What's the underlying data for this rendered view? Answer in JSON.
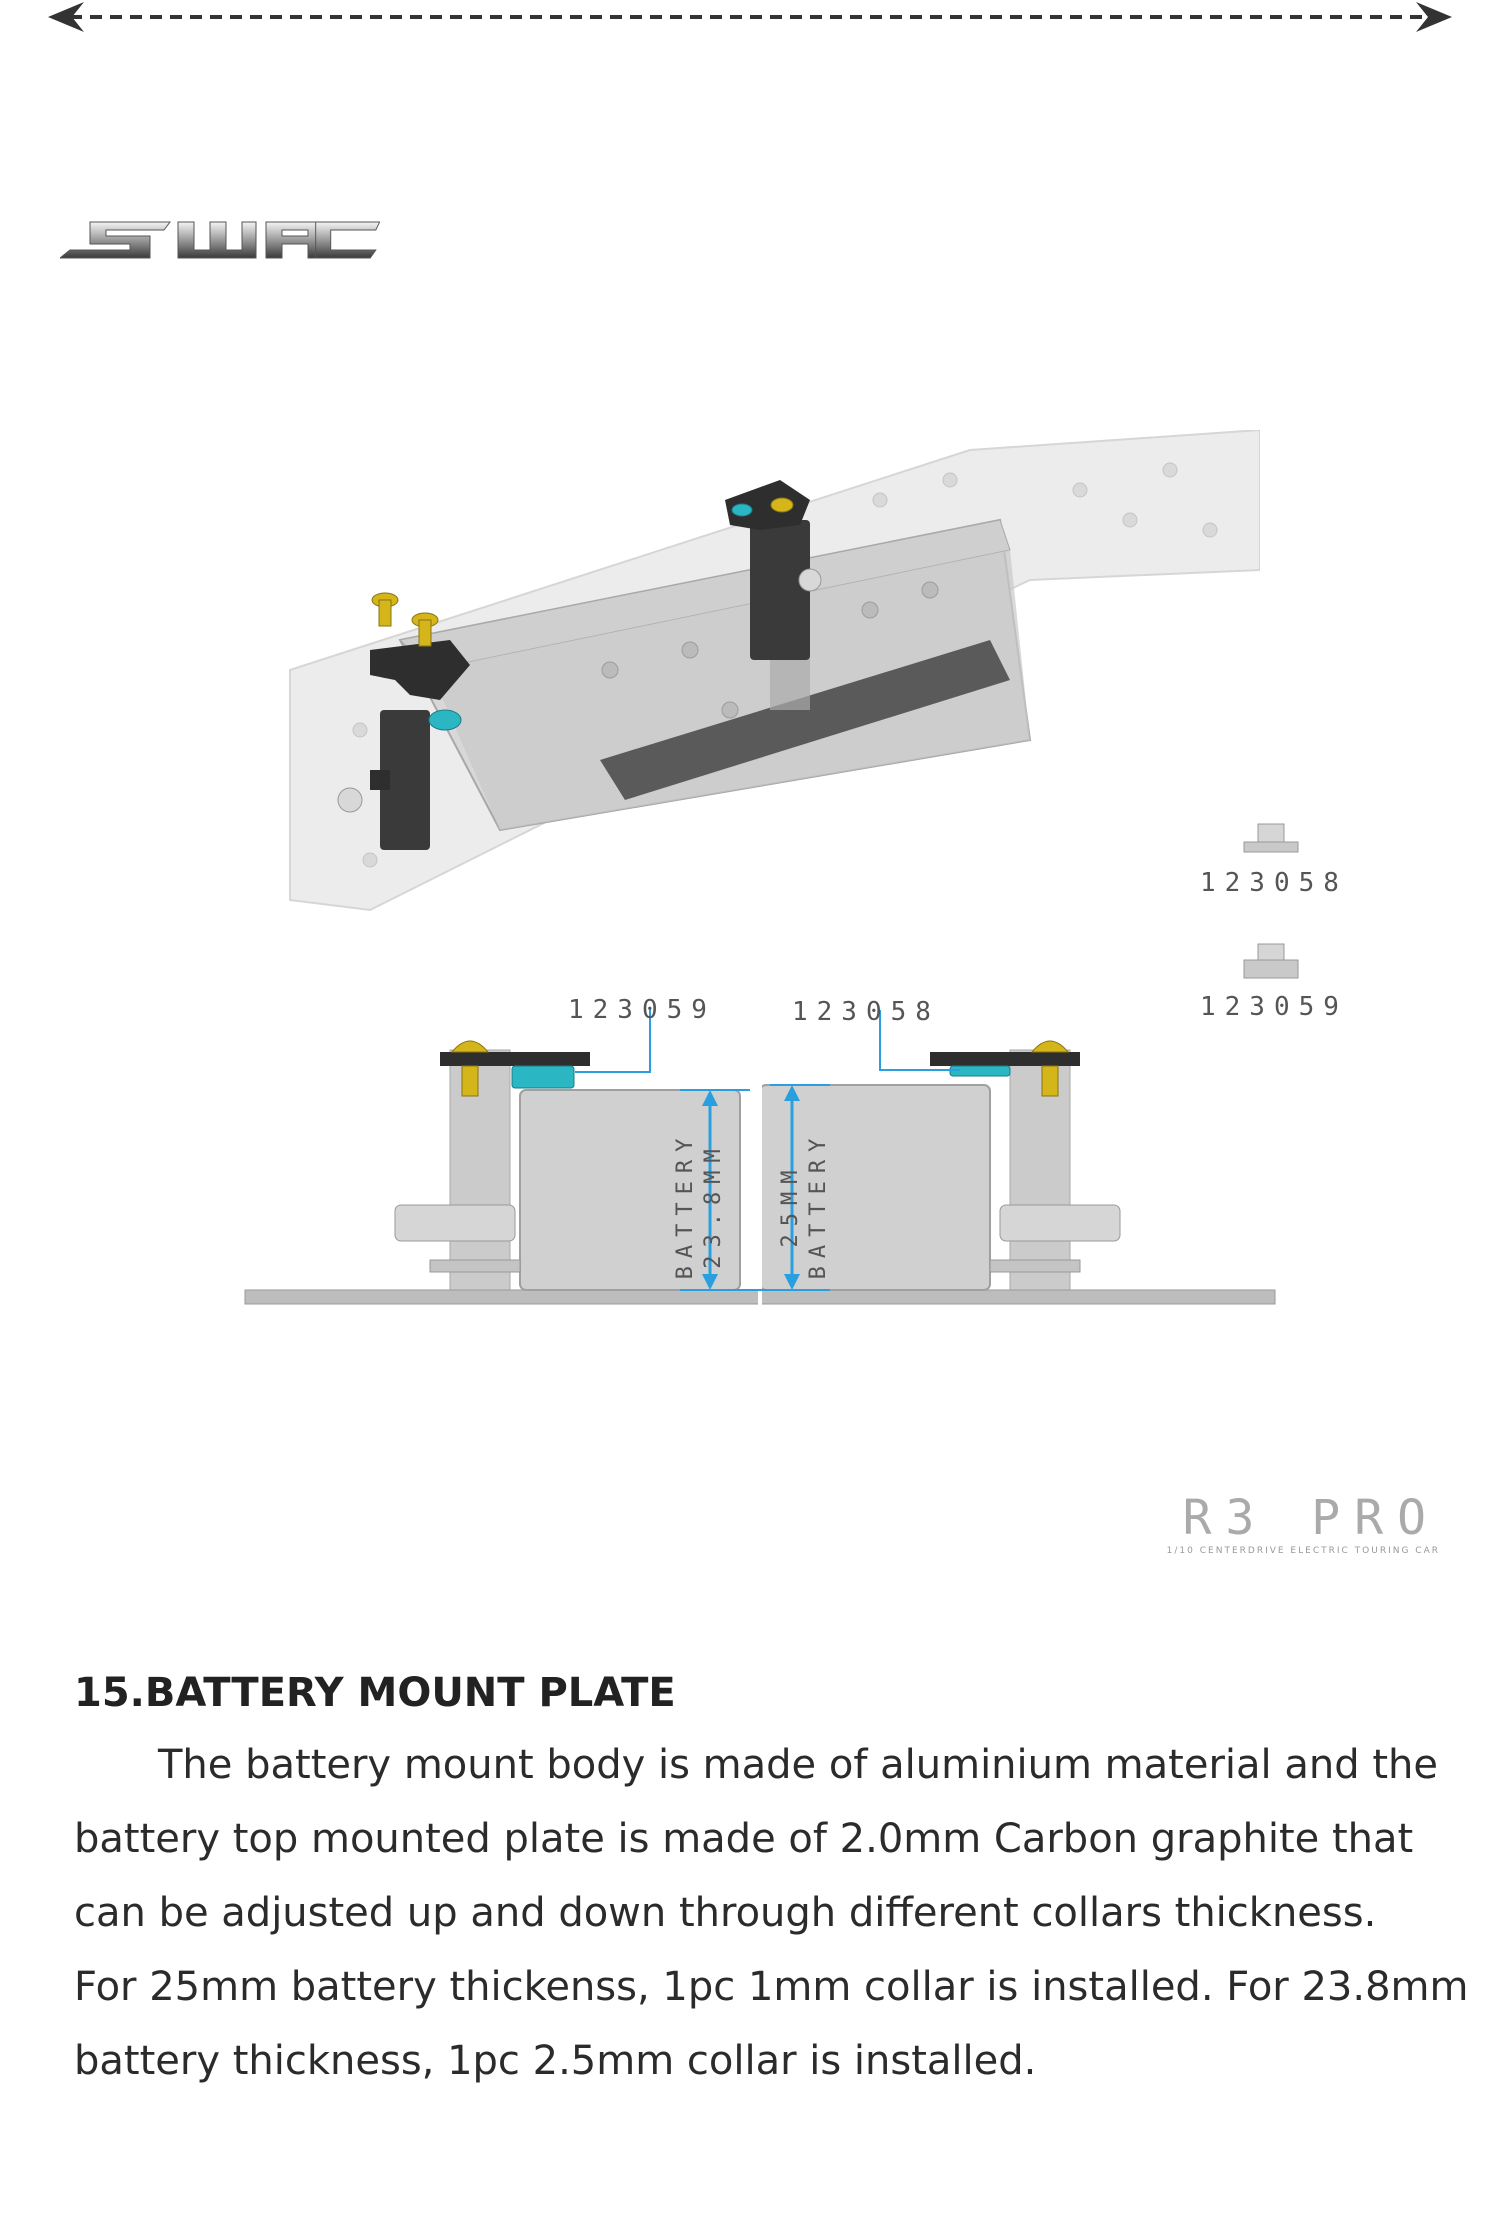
{
  "logo": {
    "text": "SWAC"
  },
  "parts": [
    {
      "code": "123058"
    },
    {
      "code": "123059"
    }
  ],
  "callouts": {
    "left_code": "123059",
    "right_code": "123058",
    "left_battery_label": "BATTERY",
    "left_battery_value": "23.8MM",
    "right_battery_value": "25MM",
    "right_battery_label": "BATTERY"
  },
  "brand": {
    "model": "R3 PRO",
    "subtitle": "1/10 CENTERDRIVE ELECTRIC TOURING CAR"
  },
  "section": {
    "title": "15.BATTERY MOUNT PLATE",
    "lines": [
      "The battery mount body is made of aluminium material and the",
      "battery top mounted plate is made of 2.0mm Carbon graphite that",
      "can be adjusted up and down through different collars thickness.",
      "For 25mm battery thickenss, 1pc 1mm collar is installed. For 23.8mm",
      "battery thickness, 1pc 2.5mm collar is installed."
    ]
  },
  "colors": {
    "accent_blue": "#2a9fe0",
    "screw_gold": "#d4b51a",
    "collar_teal": "#2bb6c4",
    "carbon": "#2e2e2e"
  }
}
